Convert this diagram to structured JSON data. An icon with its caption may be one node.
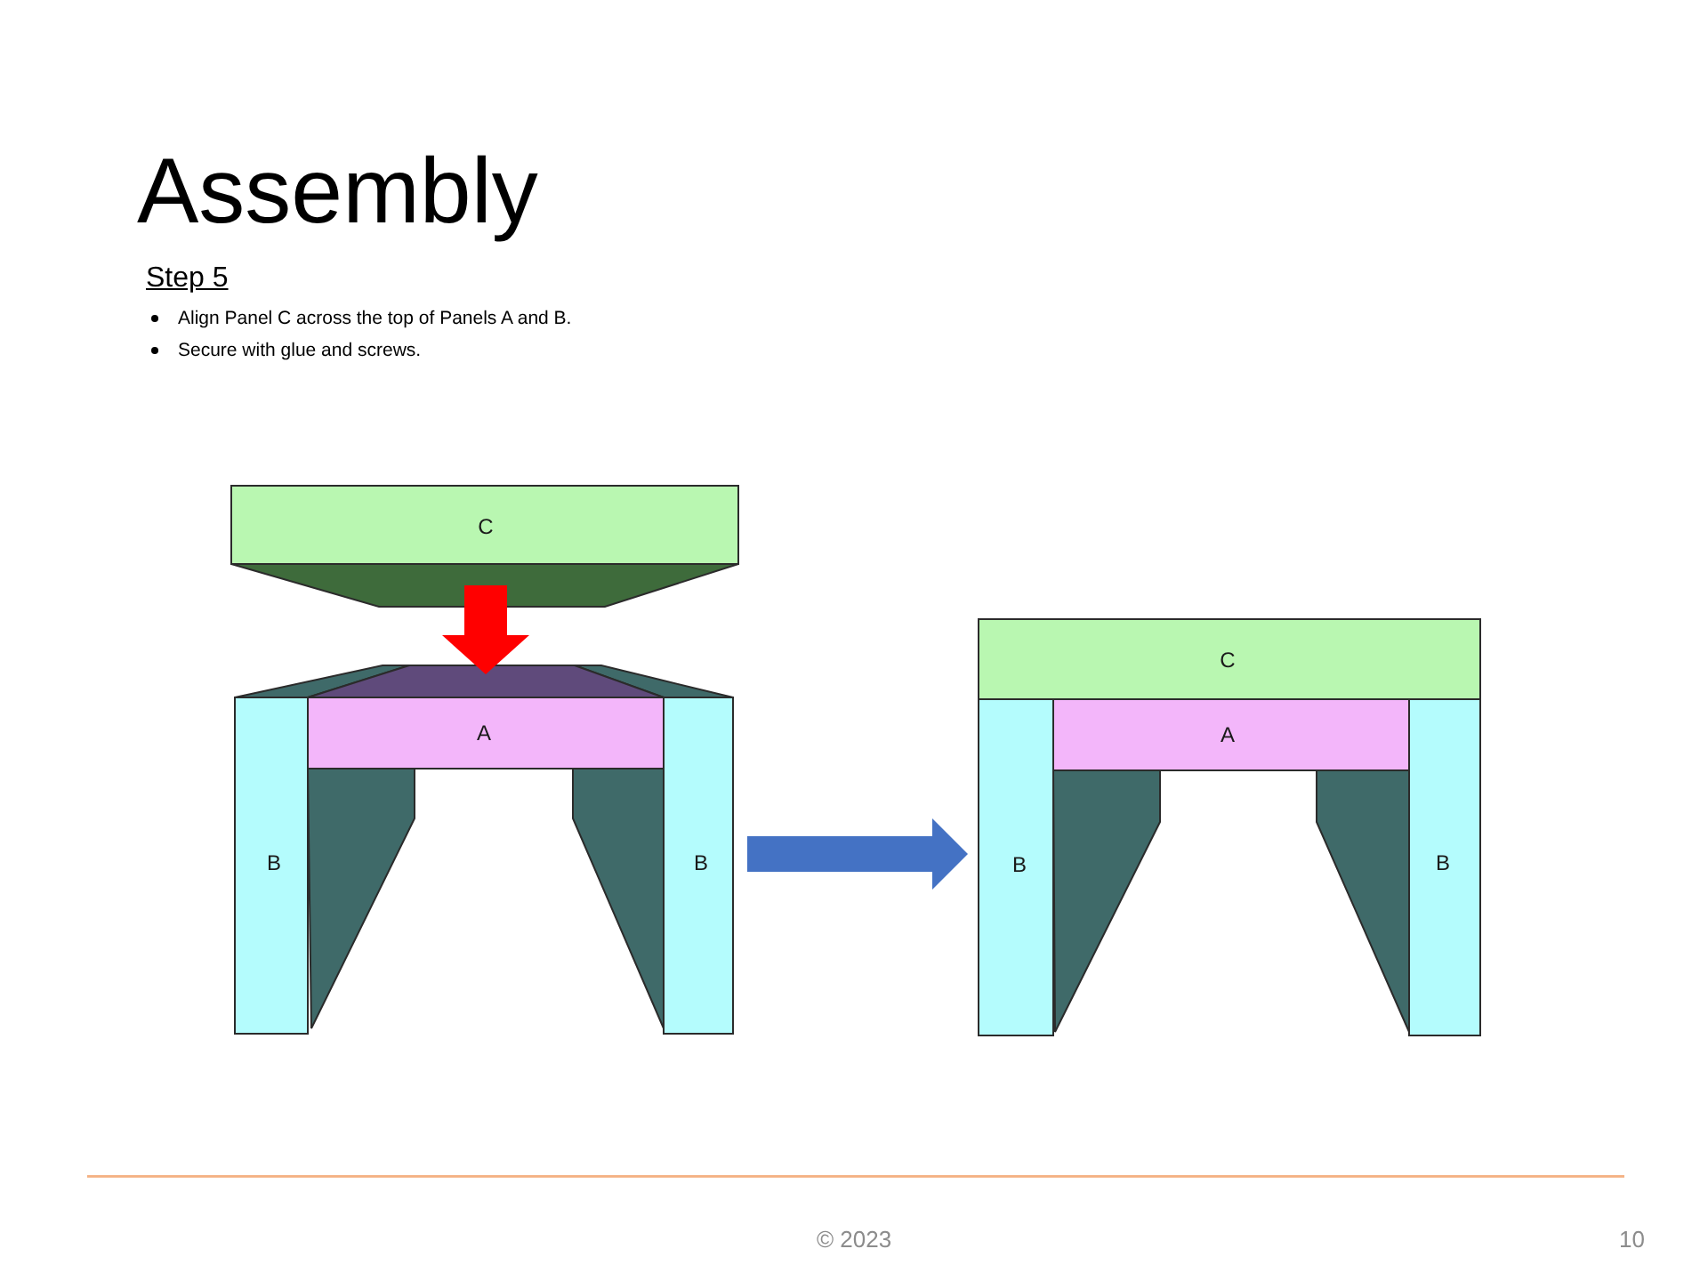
{
  "diagram": {
    "title": "Assembly",
    "nodes": [
      {
        "text": [
          "C"
        ]
      },
      {
        "text": [
          "A"
        ]
      },
      {
        "text": [
          "B"
        ]
      },
      {
        "text": [
          "B"
        ]
      },
      {
        "text": [
          "C"
        ]
      },
      {
        "text": [
          "A"
        ]
      },
      {
        "text": [
          "B"
        ]
      },
      {
        "text": [
          "B"
        ]
      }
    ],
    "edges": [
      {
        "from": 0,
        "to": 1,
        "arrow": "to",
        "color": "#ff0000"
      },
      {
        "from": 3,
        "to": 6,
        "arrow": "to",
        "color": "#4472c4"
      }
    ],
    "labels": [
      "Step 5",
      "Align Panel C across the top of Panels A and B.",
      "Secure with glue and screws.",
      "© 2023",
      "10"
    ]
  }
}
